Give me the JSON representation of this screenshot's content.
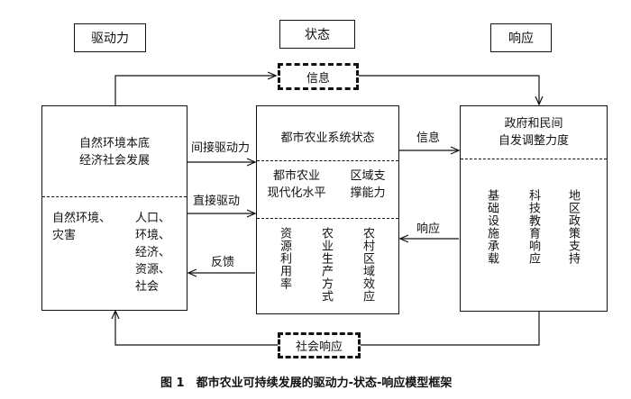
{
  "headers": {
    "driving_force": "驱动力",
    "state": "状态",
    "response": "响应"
  },
  "left_box": {
    "title_line1": "自然环境本底",
    "title_line2": "经济社会发展",
    "item1_line1": "自然环境、",
    "item1_line2": "灾害",
    "item2": [
      "人口、",
      "环境、",
      "经济、",
      "资源、",
      "社会"
    ]
  },
  "middle_box": {
    "title": "都市农业系统状态",
    "top_left_line1": "都市农业",
    "top_left_line2": "现代化水平",
    "top_right_line1": "区域支",
    "top_right_line2": "撑能力",
    "col1": "资源利用率",
    "col2": "农业生产方式",
    "col3": "农村区域效应"
  },
  "right_box": {
    "title_line1": "政府和民间",
    "title_line2": "自发调整力度",
    "col1": "基础设施承载",
    "col2": "科技教育响应",
    "col3": "地区政策支持"
  },
  "top_info_box": "信息",
  "bottom_box": "社会响应",
  "arrow_labels": {
    "indirect": "间接驱动力",
    "direct": "直接驱动",
    "feedback": "反馈",
    "info": "信息",
    "response": "响应"
  },
  "caption": "图 1　都市农业可持续发展的驱动力-状态-响应模型框架"
}
